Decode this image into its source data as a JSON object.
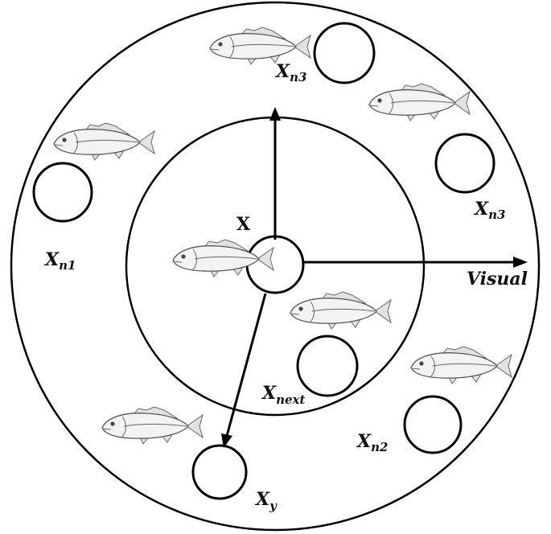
{
  "labels": {
    "center": "X",
    "visual": "Visual",
    "n1": {
      "base": "X",
      "sub": "n1"
    },
    "n3_top": {
      "base": "X",
      "sub": "n3"
    },
    "n3_right": {
      "base": "X",
      "sub": "n3"
    },
    "n2": {
      "base": "X",
      "sub": "n2"
    },
    "next": {
      "base": "X",
      "sub": "next"
    },
    "y": {
      "base": "X",
      "sub": "y"
    }
  },
  "icons": {
    "fish": "bass-fish-icon",
    "arrow": "arrow-icon"
  },
  "colors": {
    "line": "#000000",
    "background": "#ffffff"
  }
}
